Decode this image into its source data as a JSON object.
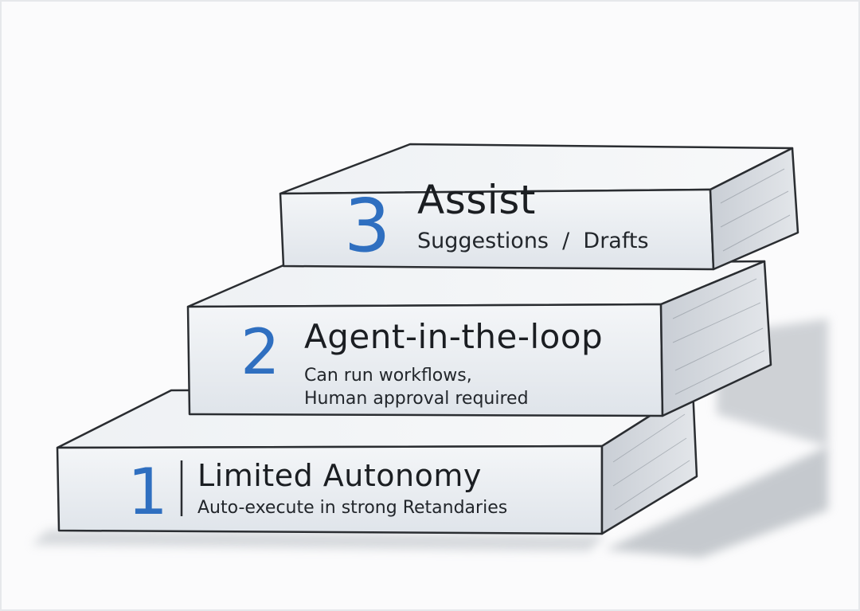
{
  "colors": {
    "number": "#2f6fc0",
    "ink": "#1b1e22",
    "stone": "#e9edf2",
    "shadow": "#9aa1a9"
  },
  "steps": [
    {
      "number": "1",
      "title": "Limited Autonomy",
      "lines": [
        "Auto-execute in strong Retandaries"
      ]
    },
    {
      "number": "2",
      "title": "Agent-in-the-loop",
      "lines": [
        "Can run workflows,",
        "Human approval required"
      ]
    },
    {
      "number": "3",
      "title": "Assist",
      "lines": [
        "Suggestions  /  Drafts"
      ]
    }
  ]
}
